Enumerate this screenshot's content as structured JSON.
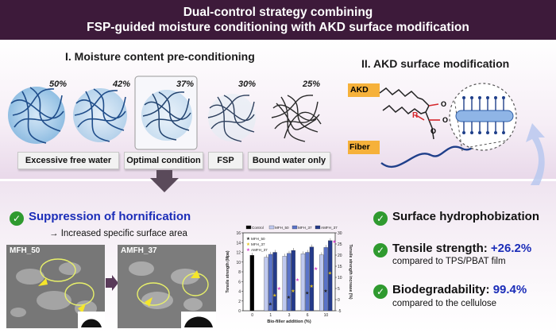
{
  "title_line1": "Dual-control strategy combining",
  "title_line2": "FSP-guided moisture conditioning with AKD surface modification",
  "section1_title": "I. Moisture content pre-conditioning",
  "section2_title": "II. AKD surface modification",
  "moisture_percents": [
    "50%",
    "42%",
    "37%",
    "30%",
    "25%"
  ],
  "condition_labels": [
    "Excessive free water",
    "Optimal condition",
    "FSP",
    "Bound water only"
  ],
  "akd_label": "AKD",
  "fiber_label": "Fiber",
  "r_label": "R",
  "o_label_1": "O",
  "o_label_2": "O",
  "o_label_3": "O",
  "hornification_title": "Suppression of hornification",
  "hornification_sub": "→ Increased specific surface area",
  "sem_label_left": "MFH_50",
  "sem_label_right": "AMFH_37",
  "hydrophobization": "Surface hydrophobization",
  "tensile_label": "Tensile strength:",
  "tensile_value": "+26.2%",
  "tensile_sub": "compared to TPS/PBAT film",
  "biodeg_label": "Biodegradability:",
  "biodeg_value": "99.4%",
  "biodeg_sub": "compared to the cellulose",
  "colors": {
    "banner": "#3d1a3a",
    "check": "#2f9a2f",
    "highlight_blue": "#1b2db8",
    "akd_box": "#f6b13a",
    "mfh50": "#bfc9ef",
    "mfh37": "#5a73c8",
    "amfh37": "#243a8a"
  },
  "chart_data": {
    "type": "bar",
    "xlabel": "Bio-filler addition (%)",
    "ylabel": "Tensile strength (Mpa)",
    "y2label": "Tensile strength increase (%)",
    "categories": [
      "0",
      "1",
      "3",
      "6",
      "10"
    ],
    "ylim": [
      0,
      16
    ],
    "y2lim": [
      -5,
      30
    ],
    "yticks": [
      "0",
      "2",
      "4",
      "6",
      "8",
      "10",
      "12",
      "14",
      "16"
    ],
    "y2ticks": [
      "-5",
      "0",
      "5",
      "10",
      "15",
      "20",
      "25",
      "30"
    ],
    "legend_top": [
      "Control",
      "MFH_50",
      "MFH_37",
      "AMFH_37"
    ],
    "legend_inner": [
      "MFH_50",
      "MFH_37",
      "AMFH_37"
    ],
    "series": [
      {
        "name": "Control",
        "values": [
          11.4,
          null,
          null,
          null,
          null
        ]
      },
      {
        "name": "MFH_50",
        "values": [
          null,
          11.0,
          11.2,
          11.7,
          11.5
        ]
      },
      {
        "name": "MFH_37",
        "values": [
          null,
          11.6,
          11.8,
          12.0,
          13.0
        ]
      },
      {
        "name": "AMFH_37",
        "values": [
          null,
          12.0,
          12.4,
          13.1,
          14.4
        ]
      }
    ],
    "increase_series": [
      {
        "name": "MFH_50",
        "values": [
          null,
          -2,
          1,
          3,
          4
        ]
      },
      {
        "name": "MFH_37",
        "values": [
          null,
          2,
          4,
          6,
          12
        ]
      },
      {
        "name": "AMFH_37",
        "values": [
          null,
          5,
          9,
          14,
          26
        ]
      }
    ]
  }
}
